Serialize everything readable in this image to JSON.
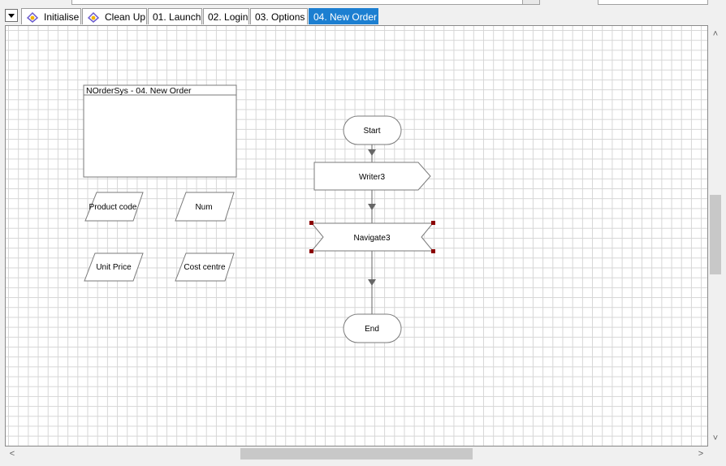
{
  "tabs": {
    "dropdown_icon": "triangle-down-icon",
    "items": [
      {
        "label": "Initialise",
        "icon": "process-icon"
      },
      {
        "label": "Clean Up",
        "icon": "process-icon"
      },
      {
        "label": "01. Launch"
      },
      {
        "label": "02. Login"
      },
      {
        "label": "03. Options"
      },
      {
        "label": "04. New Order",
        "active": true
      }
    ]
  },
  "diagram": {
    "panel": {
      "title": "NOrderSys - 04. New Order"
    },
    "data_items": [
      "Product code",
      "Num",
      "Unit Price",
      "Cost centre"
    ],
    "flow": {
      "start": "Start",
      "writer": "Writer3",
      "navigate": "Navigate3",
      "end": "End"
    }
  },
  "colors": {
    "active_tab": "#1c7fd1",
    "selection_handle": "#8b0000",
    "grid_line": "#d6d6d6",
    "connector": "#666666"
  }
}
